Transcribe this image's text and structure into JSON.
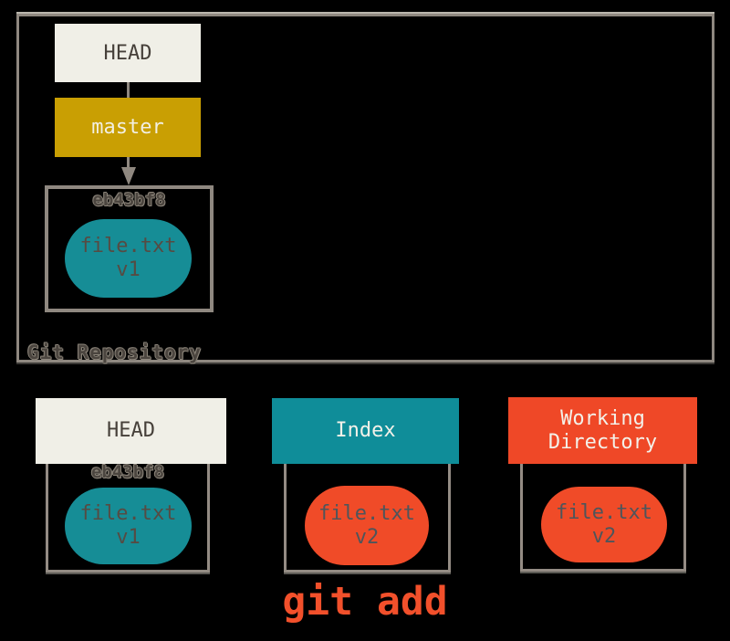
{
  "diagram": {
    "repository": {
      "label": "Git Repository",
      "head_label": "HEAD",
      "branch_label": "master",
      "commit": {
        "id": "eb43bf8",
        "blob_name": "file.txt",
        "blob_version": "v1"
      }
    },
    "columns": [
      {
        "key": "head",
        "header": "HEAD",
        "commit_id": "eb43bf8",
        "blob_name": "file.txt",
        "blob_version": "v1"
      },
      {
        "key": "index",
        "header": "Index",
        "blob_name": "file.txt",
        "blob_version": "v2"
      },
      {
        "key": "working-directory",
        "header": "Working Directory",
        "blob_name": "file.txt",
        "blob_version": "v2"
      }
    ],
    "caption": "git add",
    "colors": {
      "background": "#000000",
      "outline_gray": "#8F8880",
      "cream": "#F0EFE7",
      "gold": "#C99F03",
      "teal_header": "#0F8D99",
      "teal_blob": "#168D96",
      "orange_header": "#EF4827",
      "orange_blob": "#F04B28",
      "caption_color": "#F2502B"
    }
  }
}
